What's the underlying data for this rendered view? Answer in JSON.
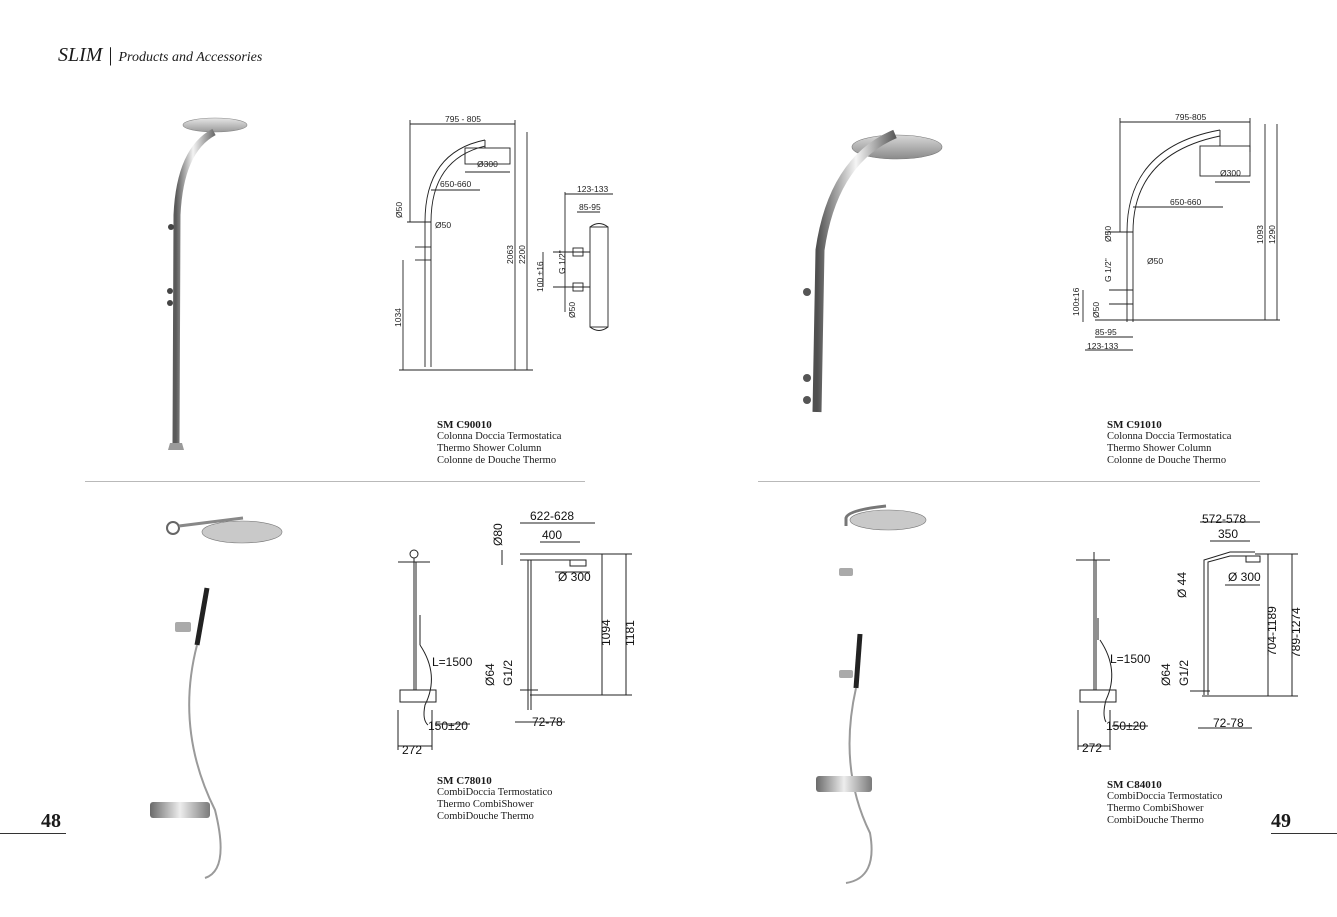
{
  "header": {
    "brand": "SLIM",
    "separator": "|",
    "subtitle": "Products and Accessories"
  },
  "pages": {
    "left": "48",
    "right": "49"
  },
  "products": [
    {
      "code": "SM C90010",
      "line1": "Colonna Doccia Termostatica",
      "line2": "Thermo Shower Column",
      "line3": "Colonne de Douche Thermo"
    },
    {
      "code": "SM C91010",
      "line1": "Colonna Doccia Termostatica",
      "line2": "Thermo Shower Column",
      "line3": "Colonne de Douche Thermo"
    },
    {
      "code": "SM C78010",
      "line1": "CombiDoccia Termostatico",
      "line2": "Thermo CombiShower",
      "line3": "CombiDouche Thermo"
    },
    {
      "code": "SM C84010",
      "line1": "CombiDoccia Termostatico",
      "line2": "Thermo CombiShower",
      "line3": "CombiDouche Thermo"
    }
  ],
  "dims": {
    "d1": {
      "w": "795 - 805",
      "dia": "Ø300",
      "reach": "650-660",
      "d50a": "Ø50",
      "d50b": "Ø50",
      "h1": "2063",
      "h2": "2200",
      "h3": "1034",
      "side1": "123-133",
      "side2": "85-95",
      "thread": "G 1/2\"",
      "spacing": "100 ±16",
      "d50c": "Ø50"
    },
    "d2": {
      "w": "795-805",
      "dia": "Ø300",
      "reach": "650-660",
      "d50a": "Ø50",
      "d50b": "Ø50",
      "thread": "G 1/2\"",
      "spacing": "100±16",
      "d50c": "Ø50",
      "side2": "85-95",
      "side1": "123-133",
      "h1": "1093",
      "h2": "1290"
    },
    "d3": {
      "d80": "Ø80",
      "w": "622-628",
      "arm": "400",
      "dia": "Ø 300",
      "h1": "1094",
      "h2": "1181",
      "hose": "L=1500",
      "d64": "Ø64",
      "thread": "G1/2",
      "off": "150±20",
      "base": "272",
      "side": "72-78"
    },
    "d4": {
      "w": "572-578",
      "arm": "350",
      "dia": "Ø 300",
      "d44": "Ø 44",
      "h1": "704-1189",
      "h2": "789-1274",
      "hose": "L=1500",
      "d64": "Ø64",
      "thread": "G1/2",
      "off": "150±20",
      "base": "272",
      "side": "72-78"
    }
  }
}
